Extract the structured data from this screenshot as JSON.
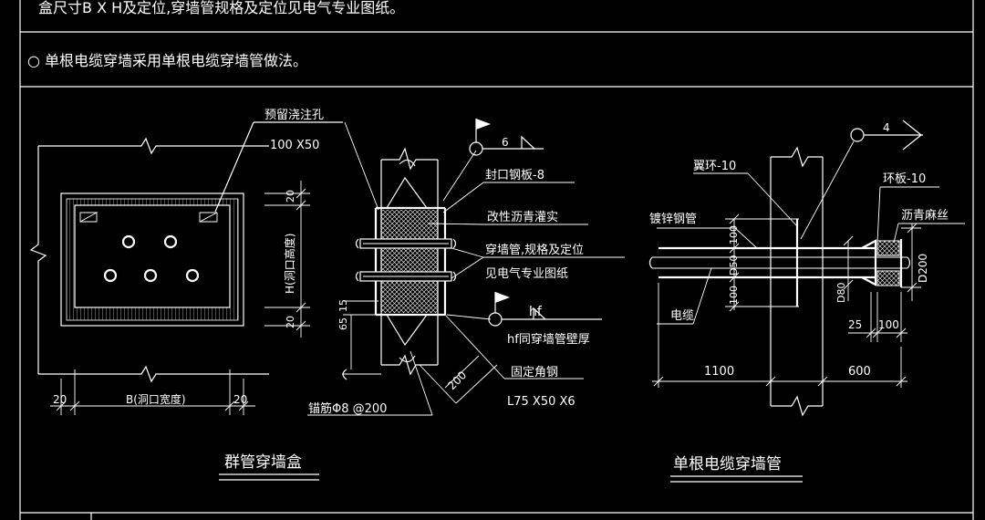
{
  "header": {
    "line1": "盒尺寸B X H及定位,穿墙管规格及定位见电气专业图纸。",
    "line2": "○ 单根电缆穿墙采用单根电缆穿墙管做法。"
  },
  "left_detail": {
    "label_hole": "预留浇注孔",
    "label_hole_size": "100 X50",
    "dim_20_top": "20",
    "dim_20_bottom": "20",
    "dim_h": "H(洞口高度)",
    "dim_b": "B(洞口宽度)",
    "dim_20_left": "20",
    "dim_20_right": "20",
    "title": "群管穿墙盒"
  },
  "middle_detail": {
    "weld_6": "6",
    "label_plate": "封口钢板-8",
    "label_asphalt": "改性沥青灌实",
    "label_pipe1": "穿墙管,规格及定位",
    "label_pipe2": "见电气专业图纸",
    "weld_hf": "hf",
    "label_hf": "hf同穿墙管壁厚",
    "label_angle": "固定角钢",
    "label_angle_size": "L75 X50 X6",
    "label_anchor": "锚筋Φ8 @200",
    "dim_65": "65",
    "dim_15": "15",
    "dim_200": "200"
  },
  "right_detail": {
    "weld_4": "4",
    "label_ring1": "翼环-10",
    "label_ring2": "环板-10",
    "label_asphalt": "沥青麻丝",
    "label_pipe": "镀锌钢管",
    "label_cable": "电缆",
    "dim_100_top": "100",
    "dim_d50": "D50",
    "dim_100_bottom": "100",
    "dim_d80": "D80",
    "dim_d200": "D200",
    "dim_25": "25",
    "dim_100_right": "100",
    "dim_1100": "1100",
    "dim_600": "600",
    "title": "单根电缆穿墙管"
  }
}
